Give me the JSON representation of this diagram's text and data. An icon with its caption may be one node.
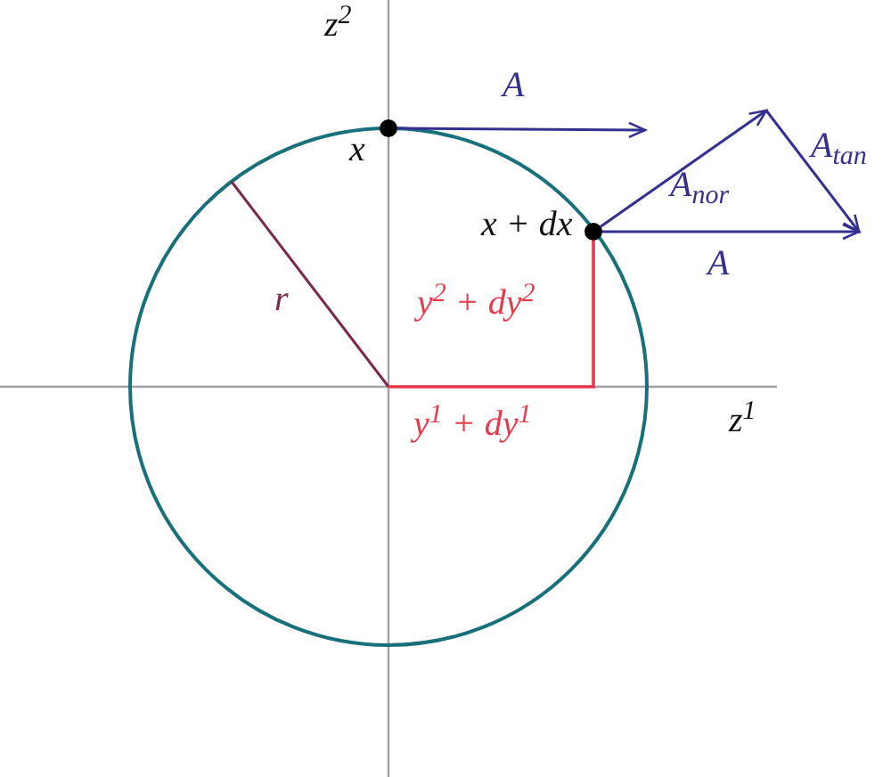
{
  "diagram": {
    "nodes": [
      {
        "text": [],
        "shape": "circle",
        "beside": [
          "x"
        ]
      },
      {
        "text": [],
        "shape": "circle",
        "beside": [
          "x + dx"
        ]
      }
    ],
    "edges": [
      {
        "from": 0,
        "to": null,
        "arrow": "to",
        "label": "A"
      },
      {
        "from": 1,
        "to": null,
        "arrow": "to",
        "label": "A$_{nor}$"
      },
      {
        "from": 1,
        "to": null,
        "arrow": "to",
        "label": "A"
      }
    ],
    "labels": [
      "z$^{2}$",
      "A$_{tan}$",
      "r",
      "y$^{2}$ + dy$^{2}$",
      "y$^{1}$ + dy$^{1}$",
      "z$^{1}$"
    ]
  }
}
